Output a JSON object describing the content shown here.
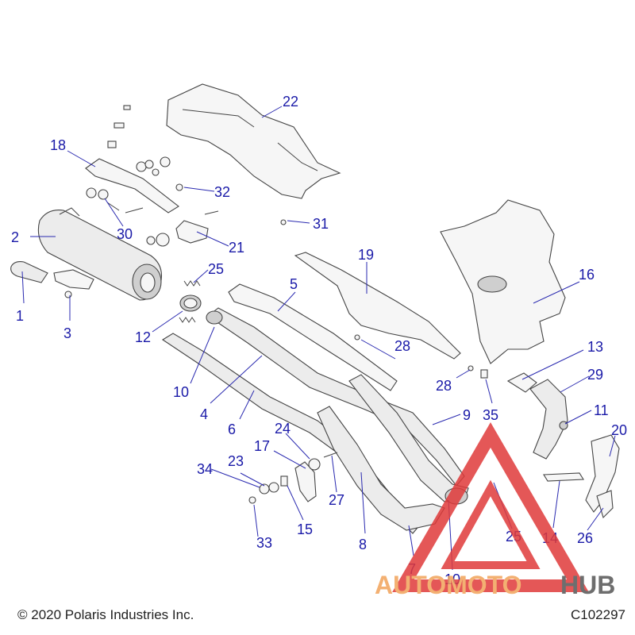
{
  "footer": {
    "copyright": "© 2020 Polaris Industries Inc.",
    "code": "C102297"
  },
  "watermark": {
    "part1": "AUTOMOTO",
    "part2": "HUB",
    "color1": "#f2a35a",
    "color2": "#555555",
    "triangle_color": "#e03a3a"
  },
  "colors": {
    "callout": "#1a1aa8",
    "line": "#444444"
  },
  "callouts": {
    "c1": "1",
    "c2": "2",
    "c3": "3",
    "c4": "4",
    "c5": "5",
    "c6": "6",
    "c7": "7",
    "c8": "8",
    "c9": "9",
    "c10a": "10",
    "c10b": "10",
    "c11": "11",
    "c12": "12",
    "c13": "13",
    "c14": "14",
    "c15": "15",
    "c16": "16",
    "c17": "17",
    "c18": "18",
    "c19": "19",
    "c20": "20",
    "c21": "21",
    "c22": "22",
    "c23": "23",
    "c24": "24",
    "c25a": "25",
    "c25b": "25",
    "c26": "26",
    "c27": "27",
    "c28a": "28",
    "c28b": "28",
    "c29": "29",
    "c30": "30",
    "c31": "31",
    "c32": "32",
    "c33": "33",
    "c34": "34",
    "c35": "35"
  }
}
